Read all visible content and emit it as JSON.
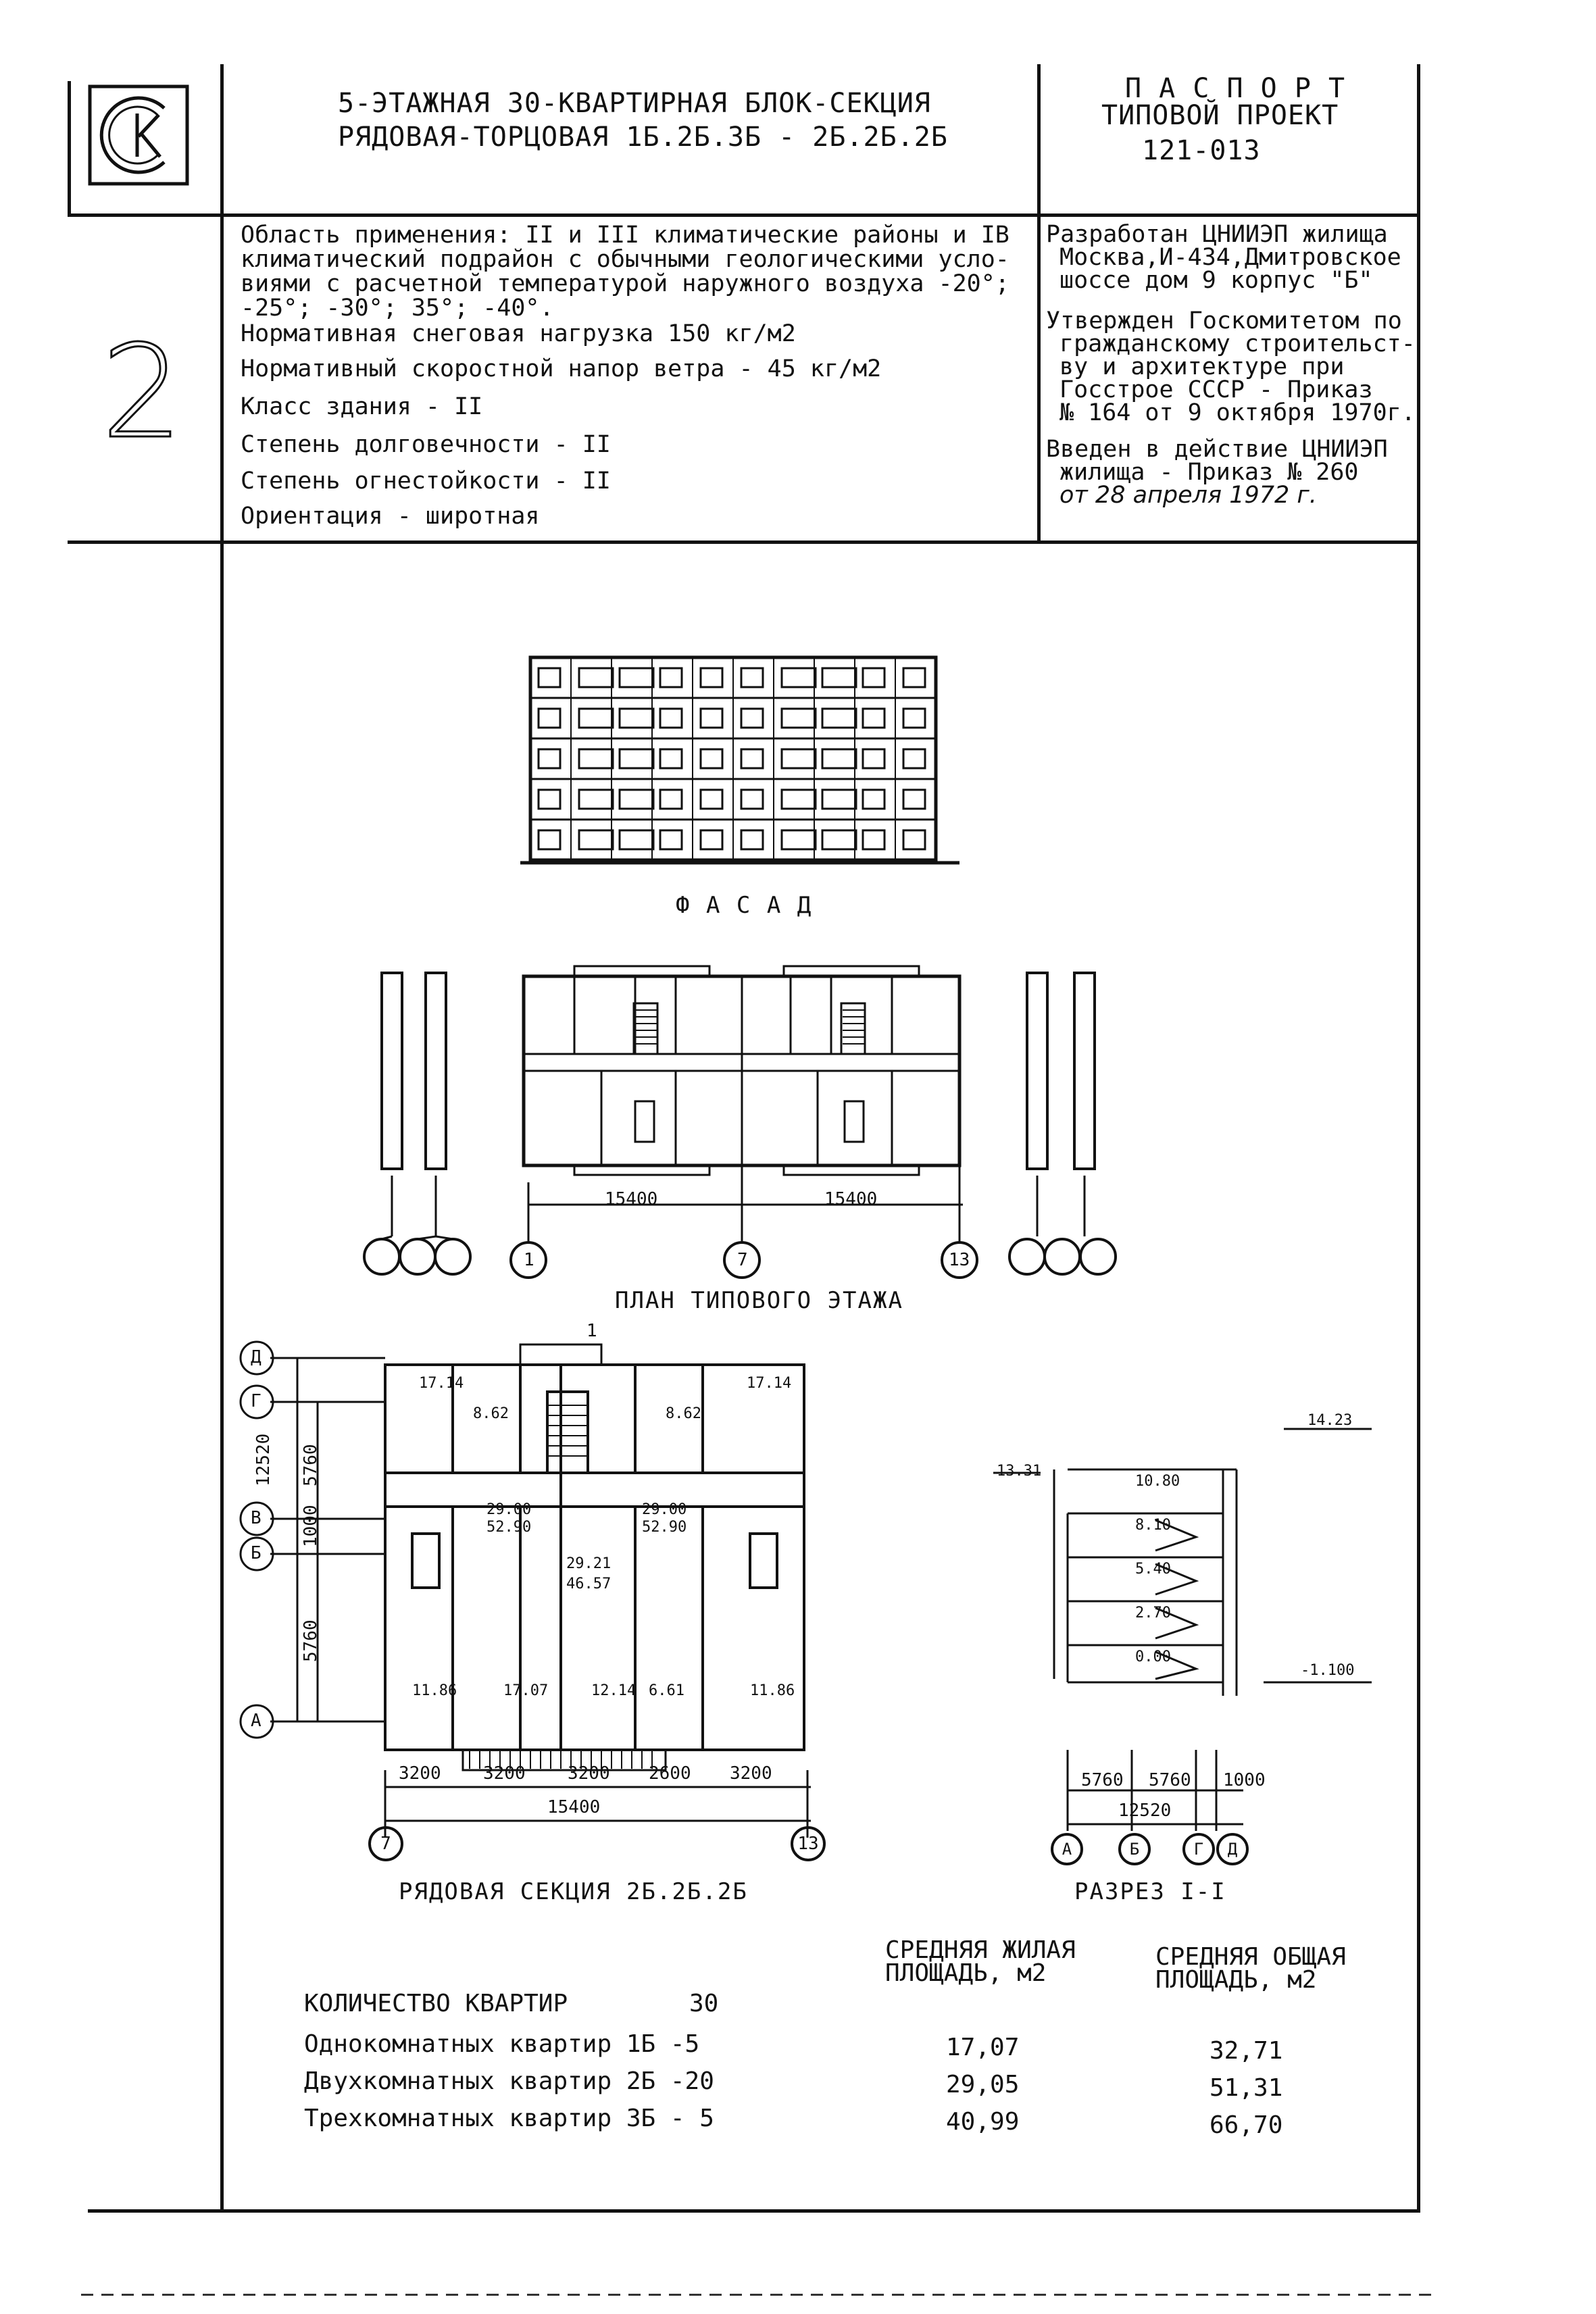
{
  "header": {
    "title_line1": "5-ЭТАЖНАЯ 30-КВАРТИРНАЯ БЛОК-СЕКЦИЯ",
    "title_line2": "РЯДОВАЯ-ТОРЦОВАЯ 1Б.2Б.3Б - 2Б.2Б.2Б",
    "passport_label": "П А С П О Р Т",
    "project_label": "ТИПОВОЙ ПРОЕКТ",
    "project_number": "121-013",
    "logo": "ck-logo"
  },
  "sheet_number": "2",
  "info": {
    "application_lines": [
      "Область применения: II и III климатические районы и IВ",
      "климатический подрайон с обычными геологическими усло-",
      "виями с расчетной температурой наружного воздуха -20°;",
      "-25°; -30°; 35°; -40°."
    ],
    "snow_load": "Нормативная снеговая нагрузка 150 кг/м2",
    "wind_load": "Нормативный скоростной напор ветра - 45 кг/м2",
    "building_class": "Класс здания    -  II",
    "durability": "Степень долговечности - II",
    "fire_resistance": "Степень огнестойкости - II",
    "orientation": "Ориентация - широтная"
  },
  "developer": {
    "developed_lines": [
      "Разработан ЦНИИЭП жилища",
      "Москва,И-434,Дмитровское",
      "шоссе дом 9 корпус \"Б\""
    ],
    "approved_lines": [
      "Утвержден Госкомитетом по",
      "гражданскому строительст-",
      "ву и архитектуре при",
      "Госстрое СССР - Приказ",
      "№ 164 от 9 октября 1970г."
    ],
    "introduced_lines": [
      "Введен в действие ЦНИИЭП",
      "жилища - Приказ № 260",
      "от 28 апреля 1972 г."
    ]
  },
  "drawings": {
    "facade_caption": "Ф А С А Д",
    "typical_floor_caption": "ПЛАН ТИПОВОГО ЭТАЖА",
    "typical_dims": [
      "15400",
      "15400"
    ],
    "typical_axes": [
      "1",
      "7",
      "13"
    ],
    "section_caption": "РЯДОВАЯ СЕКЦИЯ 2Б.2Б.2Б",
    "section_axes_rows": [
      "Д",
      "Г",
      "В",
      "Б",
      "А"
    ],
    "section_axes_cols": [
      "7",
      "13"
    ],
    "section_left_dims": [
      "12520",
      "5760",
      "1000",
      "5760"
    ],
    "section_bottom_dims": [
      "3200",
      "3200",
      "3200",
      "2600",
      "3200"
    ],
    "section_total": "15400",
    "cut_mark": "1",
    "room_areas": [
      "17.14",
      "8.62",
      "8.62",
      "17.14",
      "29.00",
      "52.90",
      "29.00",
      "52.90",
      "29.21",
      "46.57",
      "11.86",
      "17.07",
      "12.14",
      "6.61",
      "11.86"
    ],
    "cross_section_caption": "РАЗРЕЗ I-I",
    "cross_levels": [
      "14.23",
      "13.31",
      "10.80",
      "8.10",
      "5.40",
      "2.70",
      "0.00",
      "-1.100"
    ],
    "cross_dims": [
      "5760",
      "5760",
      "1000",
      "12520"
    ],
    "cross_axes": [
      "А",
      "Б",
      "Г",
      "Д"
    ]
  },
  "table": {
    "col_living": [
      "СРЕДНЯЯ ЖИЛАЯ",
      "ПЛОЩАДЬ, м2"
    ],
    "col_total": [
      "СРЕДНЯЯ ОБЩАЯ",
      "ПЛОЩАДЬ, м2"
    ],
    "count_label": "КОЛИЧЕСТВО КВАРТИР",
    "count_value": "30",
    "rows": [
      {
        "label": "Однокомнатных квартир 1Б -5",
        "living": "17,07",
        "total": "32,71"
      },
      {
        "label": "Двухкомнатных квартир 2Б -20",
        "living": "29,05",
        "total": "51,31"
      },
      {
        "label": "Трехкомнатных квартир 3Б - 5",
        "living": "40,99",
        "total": "66,70"
      }
    ]
  }
}
